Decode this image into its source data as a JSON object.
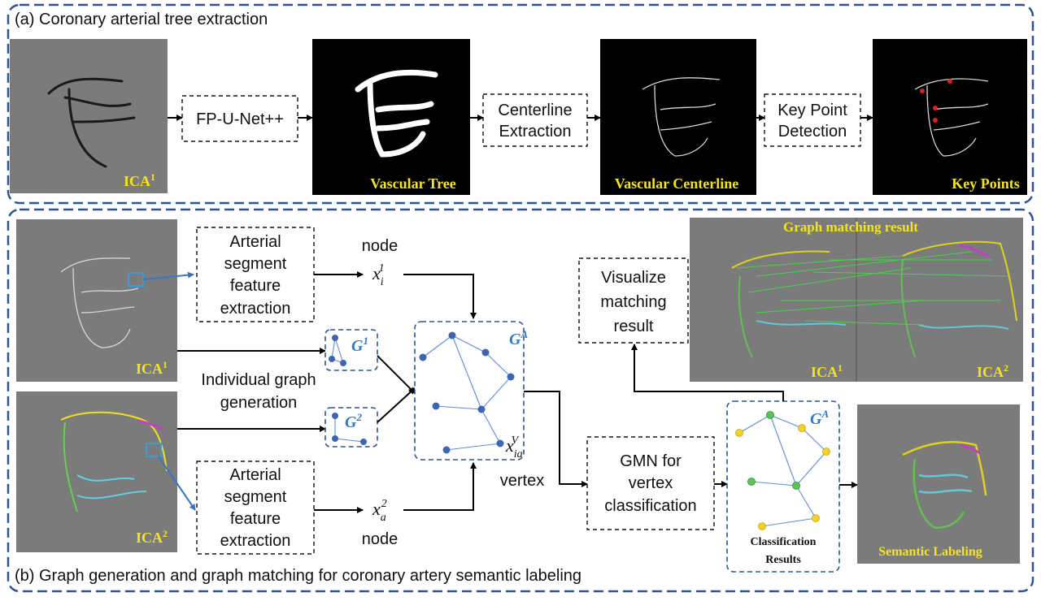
{
  "section_a": {
    "title": "(a) Coronary arterial tree extraction",
    "steps": [
      "FP-U-Net++",
      "Centerline",
      "Extraction",
      "Key Point",
      "Detection"
    ],
    "image_labels": {
      "ica_base": "ICA",
      "ica_sup": "1",
      "vascular_tree": "Vascular Tree",
      "vascular_centerline": "Vascular Centerline",
      "key_points": "Key Points"
    }
  },
  "section_b": {
    "title": "(b) Graph generation and graph matching for coronary artery semantic labeling",
    "feature_box_lines": [
      "Arterial",
      "segment",
      "feature",
      "extraction"
    ],
    "node_label": "node",
    "vertex_label": "vertex",
    "individual_graph": [
      "Individual graph",
      "generation"
    ],
    "gmn_lines": [
      "GMN for",
      "vertex",
      "classification"
    ],
    "visualize_lines": [
      "Visualize",
      "matching",
      "result"
    ],
    "graph_matching_title": "Graph matching result",
    "classification_lines": [
      "Classification",
      "Results"
    ],
    "semantic_labeling": "Semantic Labeling",
    "ica1": {
      "base": "ICA",
      "sup": "1"
    },
    "ica2": {
      "base": "ICA",
      "sup": "2"
    },
    "g1": {
      "base": "G",
      "sup": "1"
    },
    "g2": {
      "base": "G",
      "sup": "2"
    },
    "gA": {
      "base": "G",
      "sup": "A"
    },
    "x_i1": {
      "base": "x",
      "sub": "i",
      "sup": "1"
    },
    "x_a2": {
      "base": "x",
      "sub": "a",
      "sup": "2"
    },
    "x_iaV": {
      "base": "x",
      "sub": "ia",
      "sup": "V"
    }
  },
  "colors": {
    "panel_border": "#2e5593",
    "label_yellow": "#f5e31b",
    "graph_blue": "#2b7bd0",
    "node_blue": "#3e64b4",
    "node_yellow": "#f2d12a",
    "node_green": "#5cc457"
  }
}
